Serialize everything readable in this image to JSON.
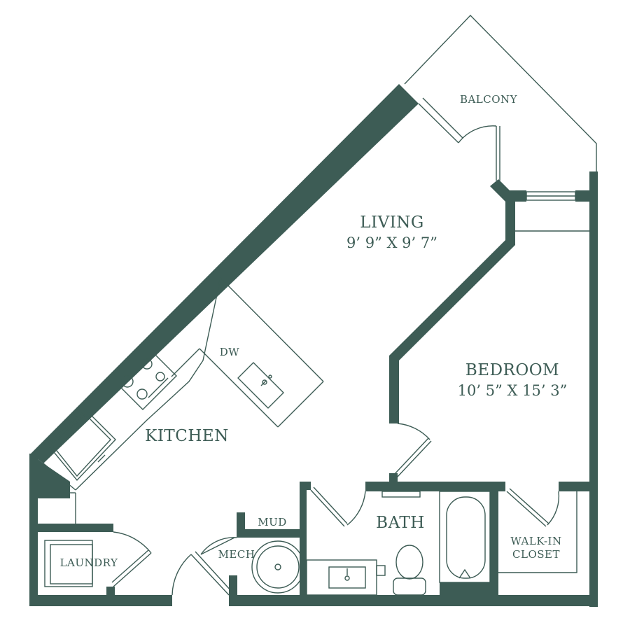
{
  "colors": {
    "wall": "#3d5c55",
    "background": "#ffffff"
  },
  "rooms": {
    "balcony": {
      "name": "BALCONY"
    },
    "living": {
      "name": "LIVING",
      "dims": "9’ 9” X 9’ 7”"
    },
    "bedroom": {
      "name": "BEDROOM",
      "dims": "10’ 5” X 15’ 3”"
    },
    "kitchen": {
      "name": "KITCHEN"
    },
    "dishwasher": {
      "name": "DW"
    },
    "bath": {
      "name": "BATH"
    },
    "mud": {
      "name": "MUD"
    },
    "mech": {
      "name": "MECH"
    },
    "laundry": {
      "name": "LAUNDRY"
    },
    "closet": {
      "name_line1": "WALK-IN",
      "name_line2": "CLOSET"
    }
  }
}
